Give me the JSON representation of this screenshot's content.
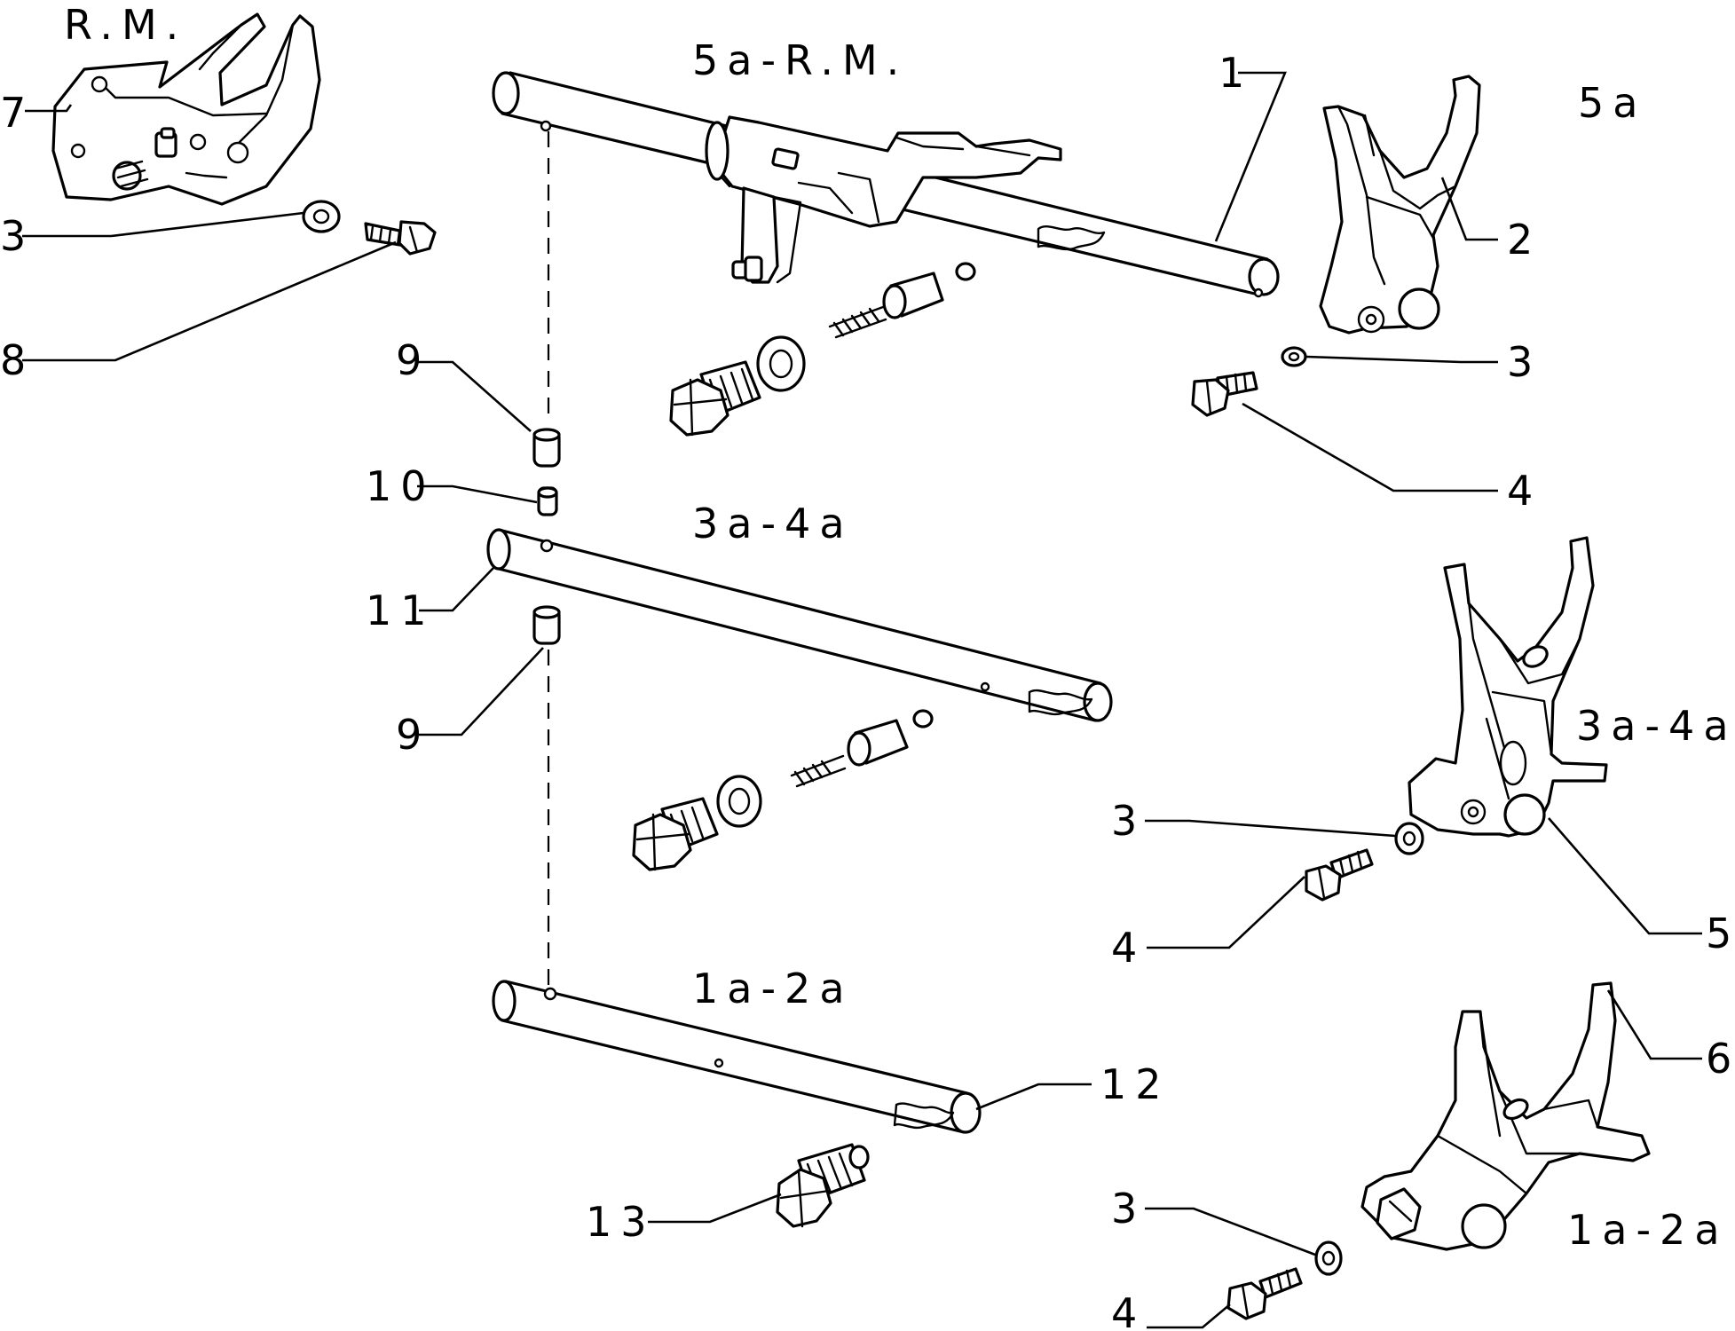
{
  "captions": {
    "rm_top_left": "R.M.",
    "rod_5a_rm": "5a-R.M.",
    "fork_5a": "5a",
    "rod_3a_4a": "3a-4a",
    "fork_3a_4a": "3a-4a",
    "rod_1a_2a": "1a-2a",
    "fork_1a_2a": "1a-2a"
  },
  "callouts": {
    "c1": "1",
    "c2": "2",
    "c3_a": "3",
    "c3_b": "3",
    "c3_c": "3",
    "c3_d": "3",
    "c4_a": "4",
    "c4_b": "4",
    "c4_c": "4",
    "c5": "5",
    "c6": "6",
    "c7": "7",
    "c8": "8",
    "c9_a": "9",
    "c9_b": "9",
    "c10": "10",
    "c11": "11",
    "c12": "12",
    "c13": "13"
  }
}
